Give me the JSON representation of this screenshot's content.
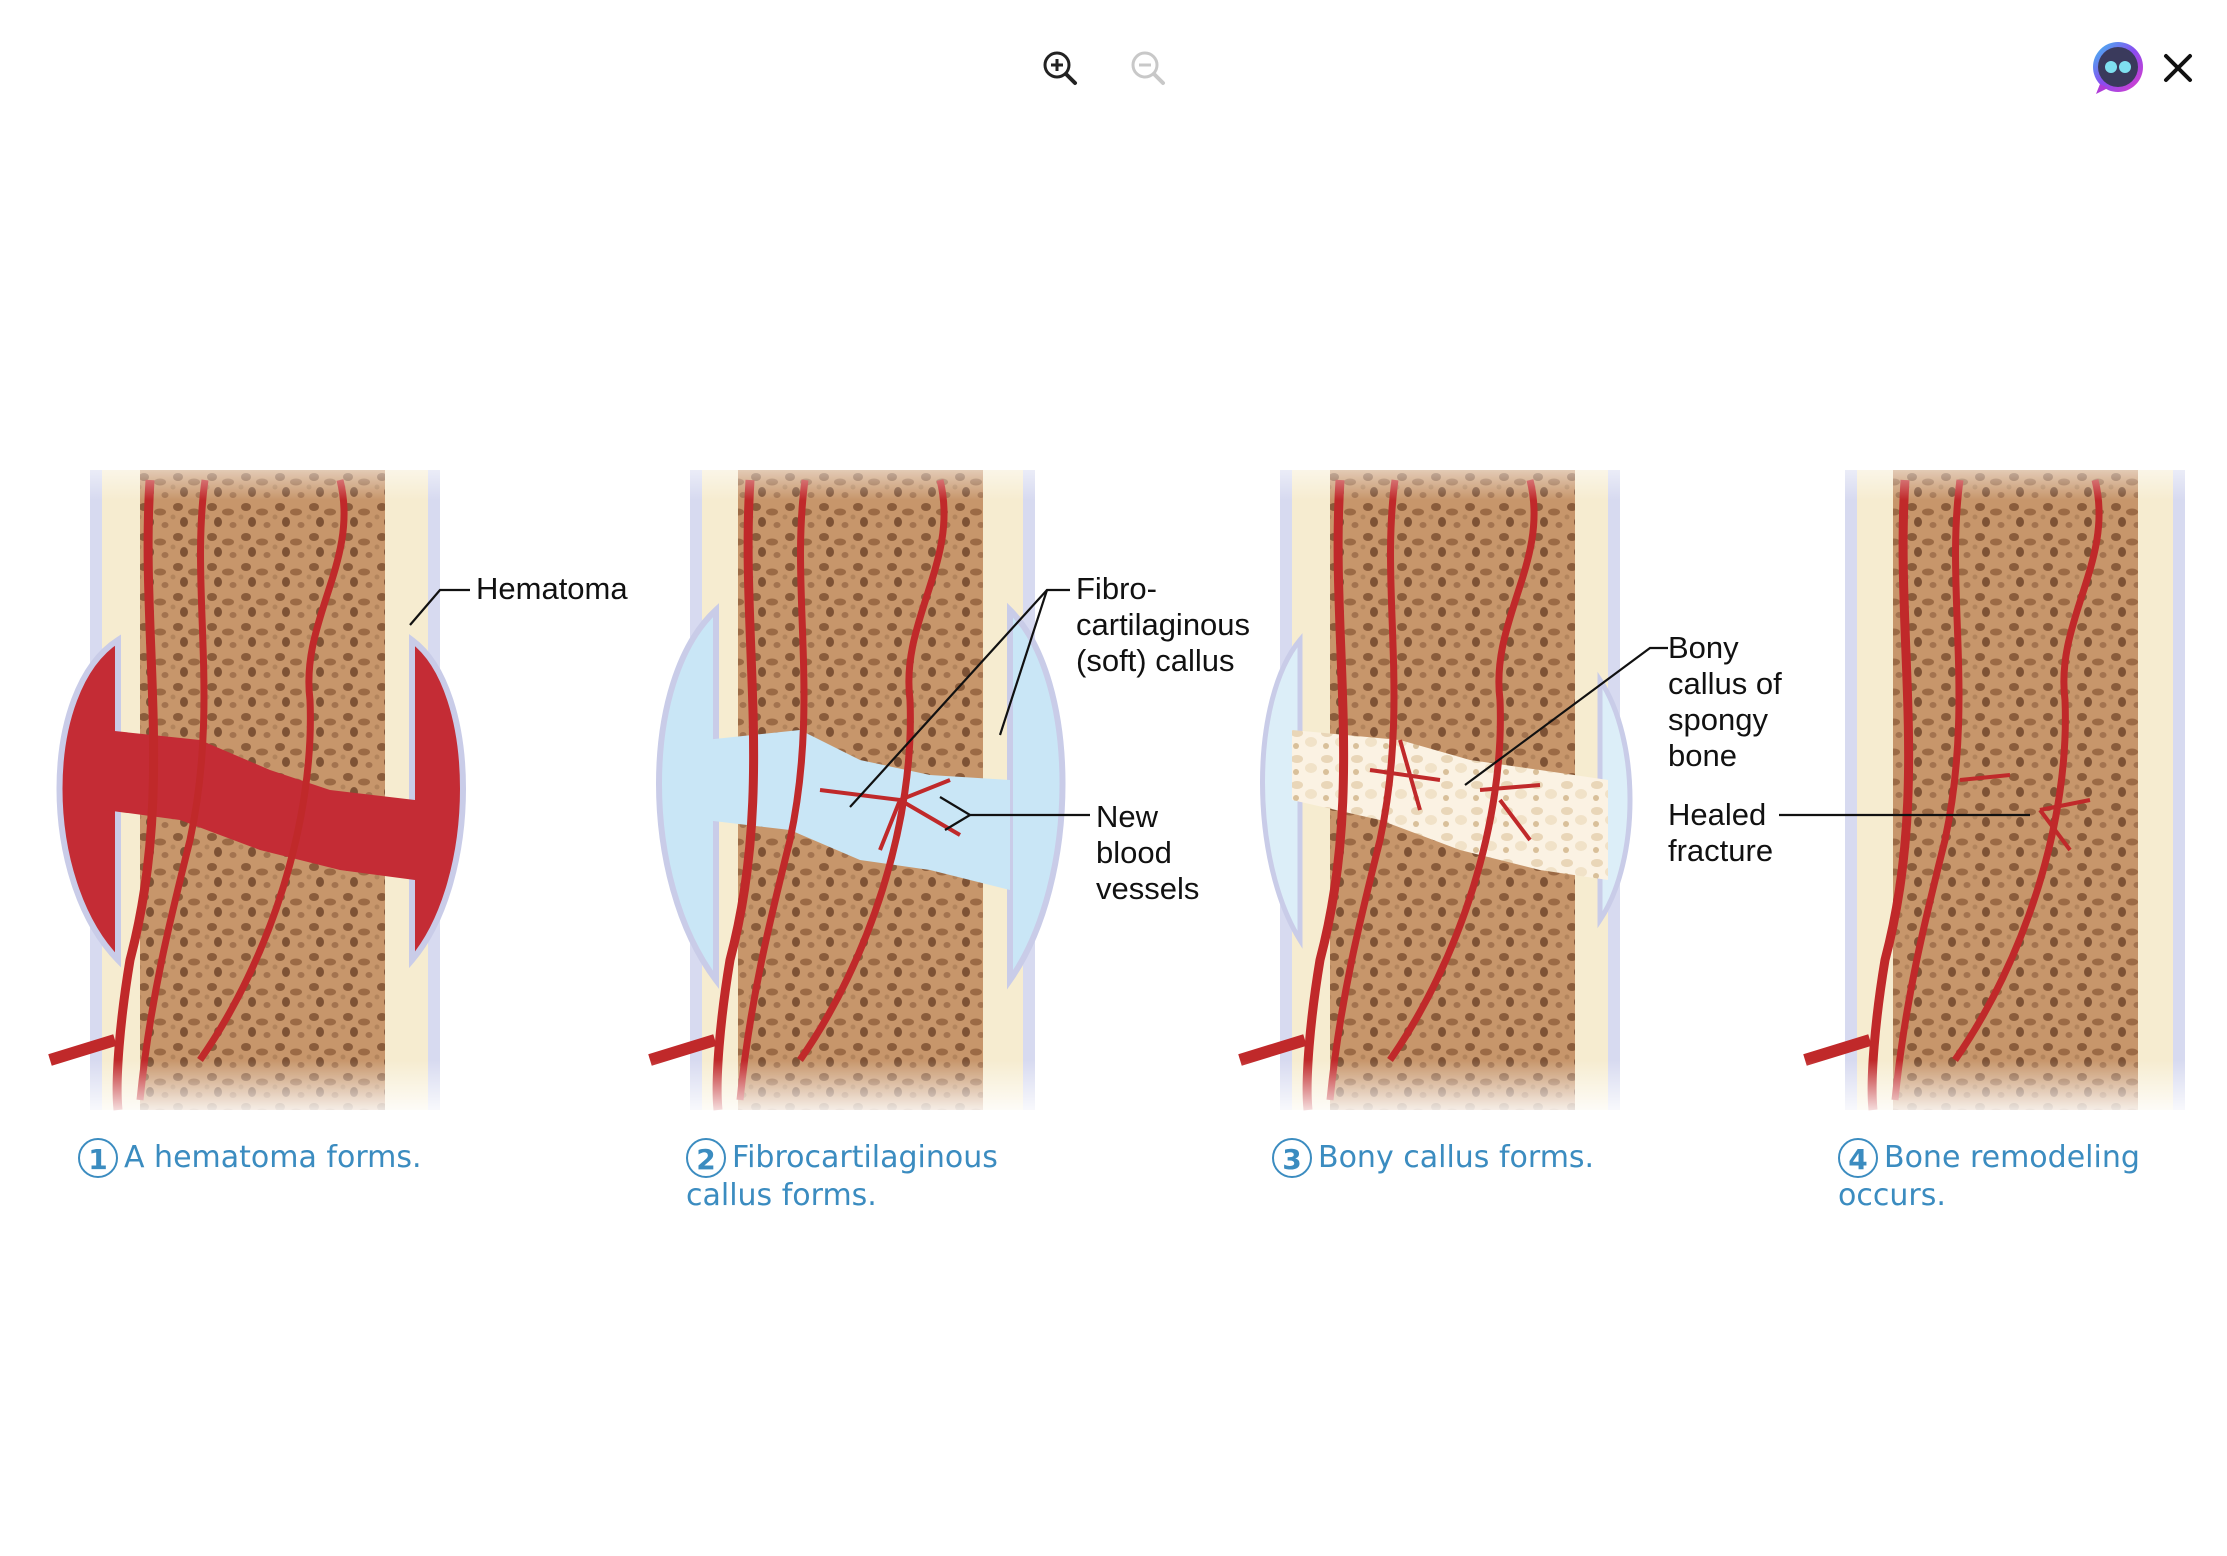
{
  "toolbar": {
    "zoom_in_icon": "zoom-in-icon",
    "zoom_out_icon": "zoom-out-icon",
    "assistant_icon": "assistant-avatar-icon",
    "close_icon": "close-icon",
    "zoom_out_enabled": false
  },
  "figure": {
    "colors": {
      "bone": "#c99b72",
      "marrow_dark": "#8a5c3b",
      "periosteum": "#c9cce8",
      "vessel": "#c0292a",
      "hematoma": "#c42c35",
      "cartilage": "#c9e6f6",
      "step_text": "#3b8cc0"
    },
    "labels": {
      "hematoma": "Hematoma",
      "fibro_callus": "Fibro-\ncartilaginous\n(soft) callus",
      "new_vessels": "New\nblood\nvessels",
      "bony_callus": "Bony\ncallus of\nspongy\nbone",
      "healed_fracture": "Healed\nfracture"
    },
    "steps": [
      {
        "number": "1",
        "text": "A hematoma forms."
      },
      {
        "number": "2",
        "text": "Fibrocartilaginous",
        "text2": "callus forms."
      },
      {
        "number": "3",
        "text": "Bony callus forms."
      },
      {
        "number": "4",
        "text": "Bone remodeling",
        "text2": "occurs."
      }
    ]
  }
}
